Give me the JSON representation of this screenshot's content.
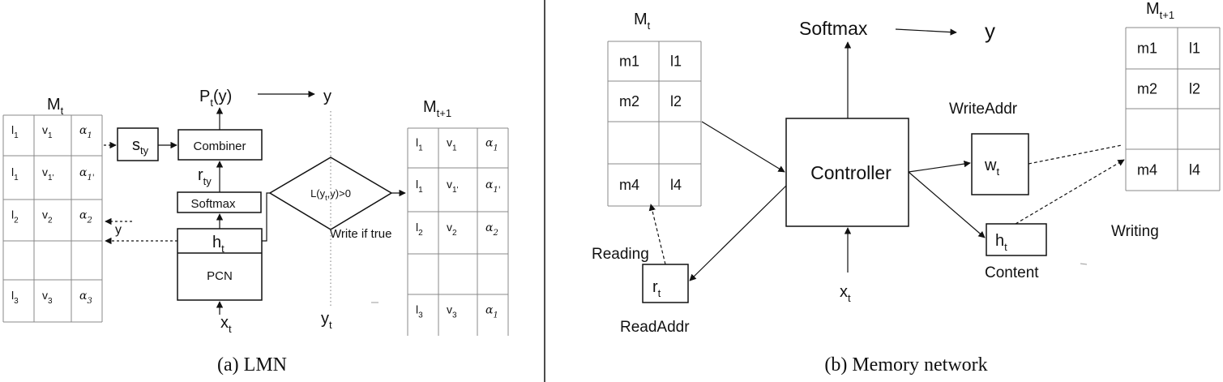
{
  "colors": {
    "ink": "#111111",
    "grid": "#888888",
    "dotted": "#999999"
  },
  "lmn": {
    "caption": "(a) LMN",
    "mem_left": {
      "label": "M",
      "sub": "t",
      "rows": [
        [
          {
            "t": "l",
            "s": "1"
          },
          {
            "t": "v",
            "s": "1"
          },
          {
            "t": "α",
            "s": "1"
          }
        ],
        [
          {
            "t": "l",
            "s": "1"
          },
          {
            "t": "v",
            "s": "1'"
          },
          {
            "t": "α",
            "s": "1'"
          }
        ],
        [
          {
            "t": "l",
            "s": "2"
          },
          {
            "t": "v",
            "s": "2"
          },
          {
            "t": "α",
            "s": "2"
          }
        ],
        [
          {
            "t": "",
            "s": ""
          },
          {
            "t": "",
            "s": ""
          },
          {
            "t": "",
            "s": ""
          }
        ],
        [
          {
            "t": "l",
            "s": "3"
          },
          {
            "t": "v",
            "s": "3"
          },
          {
            "t": "α",
            "s": "3"
          }
        ]
      ]
    },
    "mem_right": {
      "label": "M",
      "sub": "t+1",
      "rows": [
        [
          {
            "t": "l",
            "s": "1"
          },
          {
            "t": "v",
            "s": "1"
          },
          {
            "t": "α",
            "s": "1"
          }
        ],
        [
          {
            "t": "l",
            "s": "1"
          },
          {
            "t": "v",
            "s": "1'"
          },
          {
            "t": "α",
            "s": "1'"
          }
        ],
        [
          {
            "t": "l",
            "s": "2"
          },
          {
            "t": "v",
            "s": "2"
          },
          {
            "t": "α",
            "s": "2"
          }
        ],
        [
          {
            "t": "",
            "s": ""
          },
          {
            "t": "",
            "s": ""
          },
          {
            "t": "",
            "s": ""
          }
        ],
        [
          {
            "t": "l",
            "s": "3"
          },
          {
            "t": "v",
            "s": "3"
          },
          {
            "t": "α",
            "s": "1"
          }
        ]
      ]
    },
    "s_ty": {
      "main": "s",
      "sub": "ty"
    },
    "combiner": "Combiner",
    "p_t_y": {
      "main": "P",
      "sub": "t",
      "rest": "(y)"
    },
    "y_top": "y",
    "r_ty": {
      "main": "r",
      "sub": "ty"
    },
    "softmax": "Softmax",
    "h_t": {
      "main": "h",
      "sub": "t"
    },
    "pcn": "PCN",
    "x_t": {
      "main": "x",
      "sub": "t"
    },
    "y_left": "y",
    "diamond": {
      "pre": "L(y",
      "sub": "t",
      "post": ",y)>0"
    },
    "write_if_true": "Write if true",
    "y_t": {
      "main": "y",
      "sub": "t"
    }
  },
  "memnet": {
    "caption": "(b) Memory network",
    "mem_left": {
      "label": "M",
      "sub": "t",
      "rows": [
        [
          "m1",
          "l1"
        ],
        [
          "m2",
          "l2"
        ],
        [
          "",
          ""
        ],
        [
          "m4",
          "l4"
        ]
      ]
    },
    "mem_right": {
      "label": "M",
      "sub": "t+1",
      "rows": [
        [
          "m1",
          "l1"
        ],
        [
          "m2",
          "l2"
        ],
        [
          "",
          ""
        ],
        [
          "m4",
          "l4"
        ]
      ]
    },
    "softmax": "Softmax",
    "y": "y",
    "controller": "Controller",
    "write_addr": "WriteAddr",
    "w_t": {
      "main": "w",
      "sub": "t"
    },
    "h_t": {
      "main": "h",
      "sub": "t"
    },
    "content": "Content",
    "writing": "Writing",
    "reading": "Reading",
    "r_t": {
      "main": "r",
      "sub": "t"
    },
    "read_addr": "ReadAddr",
    "x_t": {
      "main": "x",
      "sub": "t"
    }
  }
}
